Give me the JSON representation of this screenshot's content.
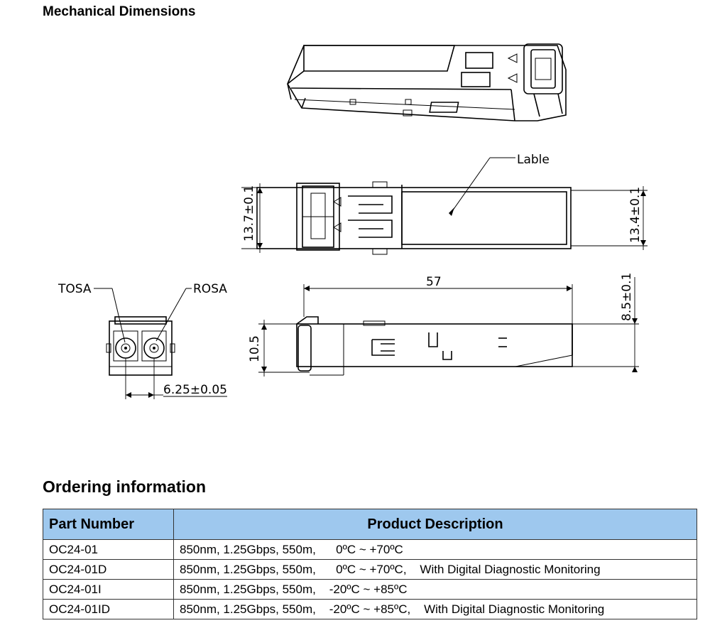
{
  "mechanical": {
    "title": "Mechanical Dimensions",
    "labels": {
      "label_callout": "Lable",
      "width_left": "13.7±0.1",
      "width_right": "13.4±0.1",
      "length": "57",
      "height_right": "8.5±0.1",
      "height_left": "10.5",
      "pitch": "6.25±0.05",
      "tosa": "TOSA",
      "rosa": "ROSA"
    }
  },
  "ordering": {
    "title": "Ordering information",
    "headers": {
      "part_number": "Part Number",
      "description": "Product Description"
    },
    "rows": [
      {
        "part": "OC24-01",
        "desc": "850nm, 1.25Gbps, 550m,      0ºC ~ +70ºC"
      },
      {
        "part": "OC24-01D",
        "desc": "850nm, 1.25Gbps, 550m,      0ºC ~ +70ºC,    With Digital Diagnostic Monitoring"
      },
      {
        "part": "OC24-01I",
        "desc": "850nm, 1.25Gbps, 550m,    -20ºC ~ +85ºC"
      },
      {
        "part": "OC24-01ID",
        "desc": "850nm, 1.25Gbps, 550m,    -20ºC ~ +85ºC,    With Digital Diagnostic Monitoring"
      }
    ]
  }
}
